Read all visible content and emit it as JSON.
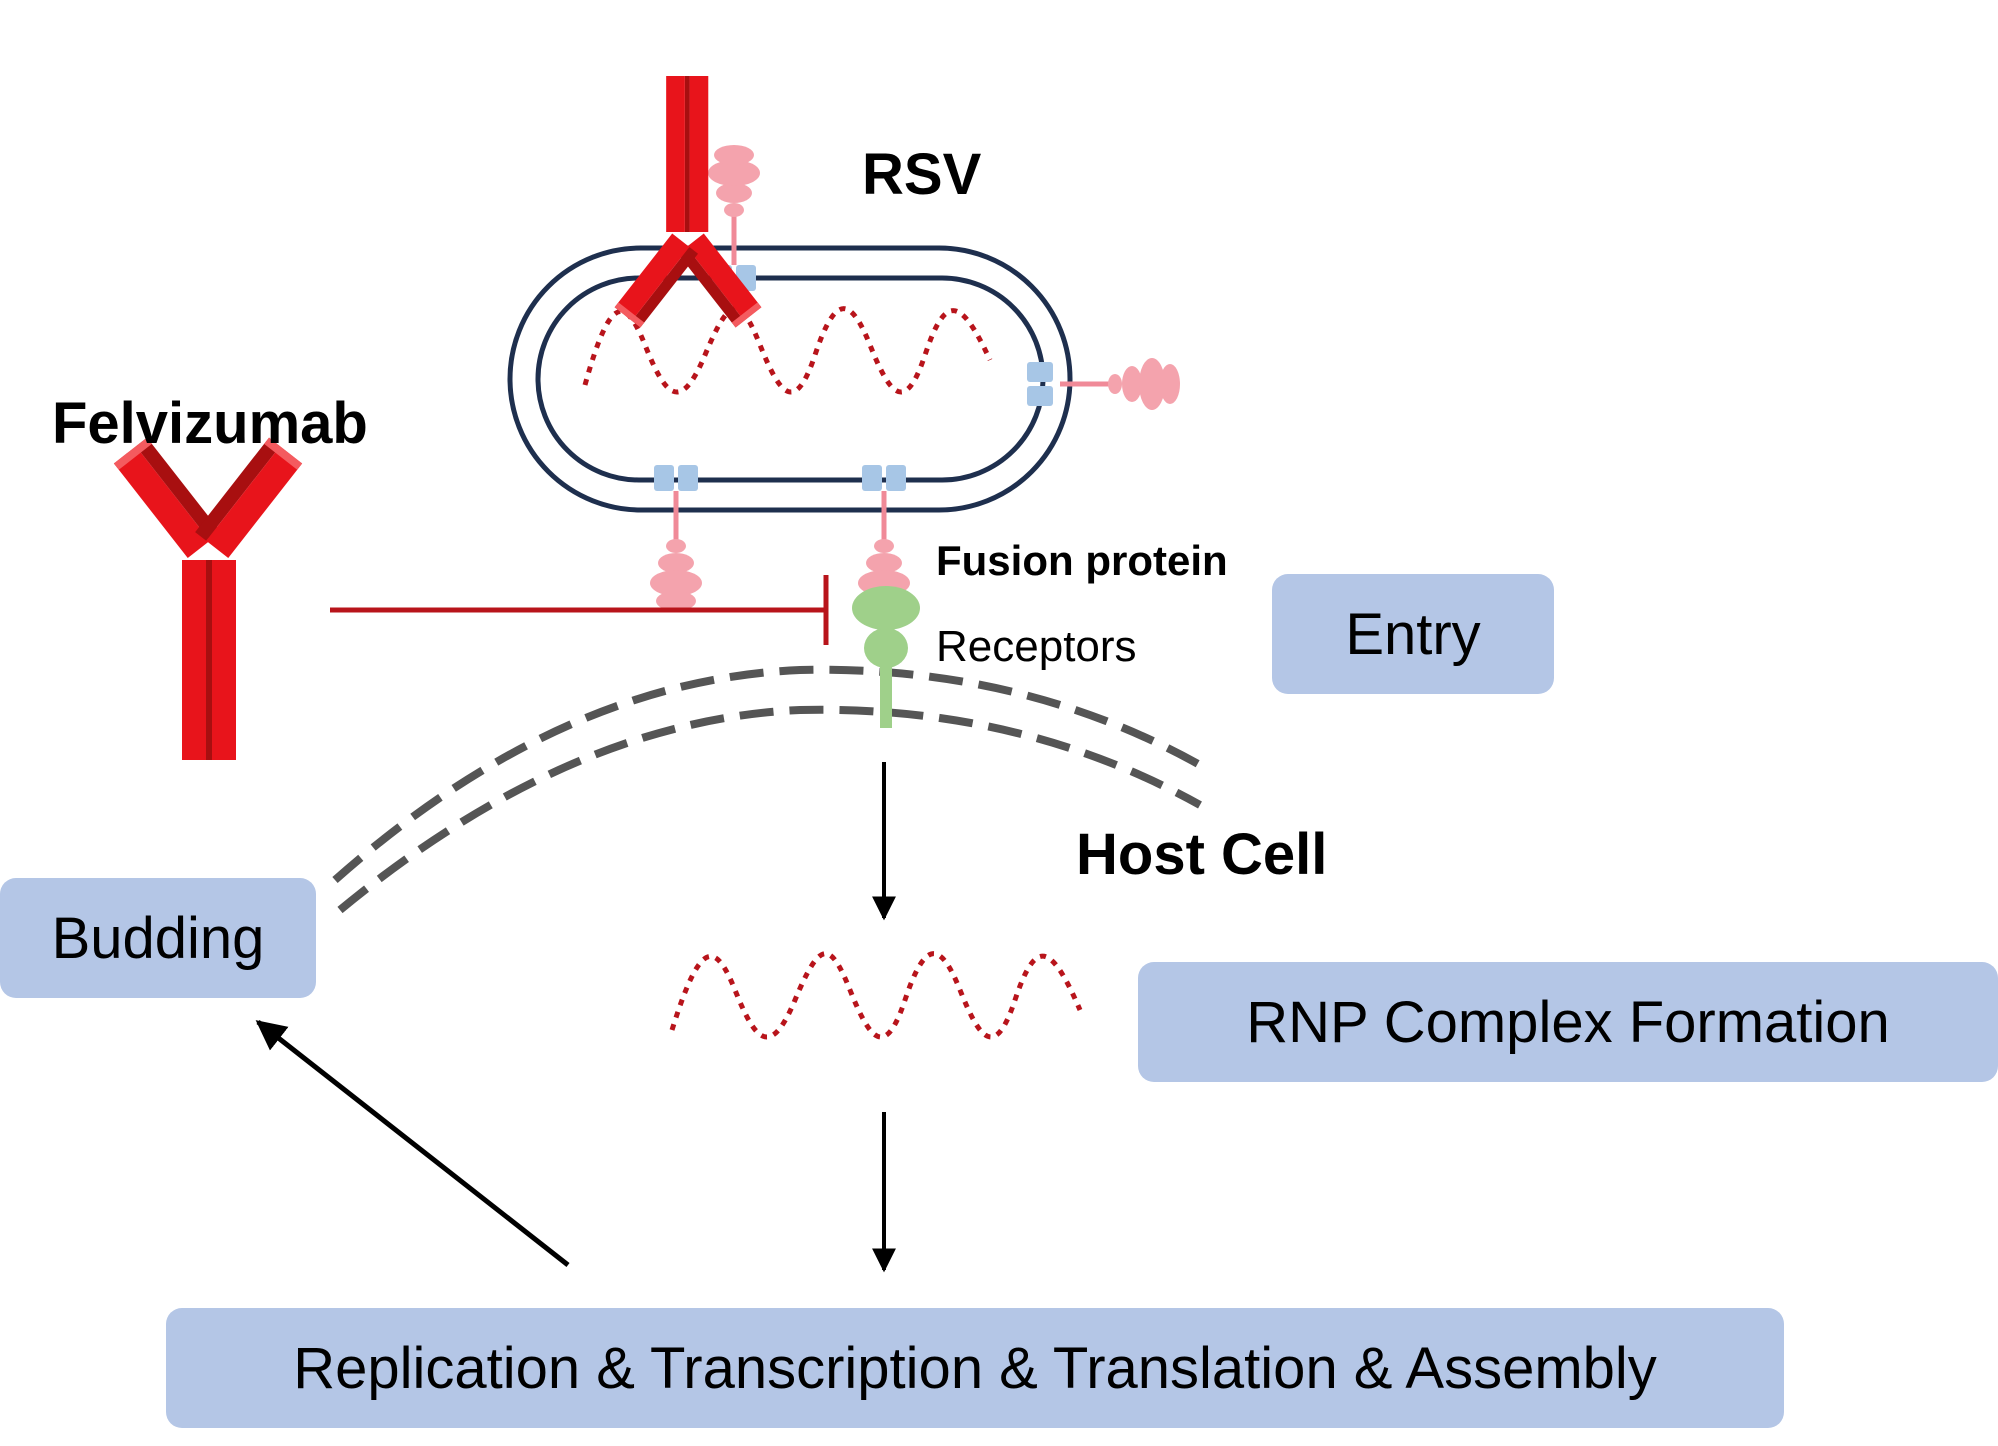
{
  "labels": {
    "virus": "RSV",
    "drug": "Felvizumab",
    "fusion_protein": "Fusion protein",
    "receptors": "Receptors",
    "host_cell": "Host Cell"
  },
  "steps": {
    "entry": "Entry",
    "rnp": "RNP Complex Formation",
    "budding": "Budding",
    "replication": "Replication & Transcription & Translation & Assembly"
  },
  "colors": {
    "antibody": "#e8141b",
    "antibody_dark": "#a80f10",
    "fusion_protein": "#f4a3ad",
    "receptor": "#9fd08a",
    "anchor": "#a7c6e6",
    "membrane": "#1e2f4e",
    "rna": "#b8141b",
    "host_membrane": "#555555",
    "step_box": "#b4c6e6",
    "inhibition": "#b8141b"
  }
}
